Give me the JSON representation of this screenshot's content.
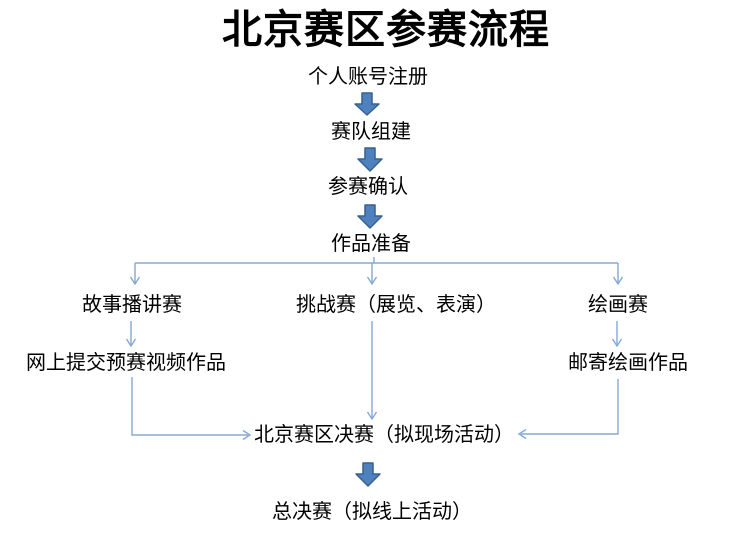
{
  "title": "北京赛区参赛流程",
  "nodes": {
    "register": "个人账号注册",
    "team": "赛队组建",
    "confirm": "参赛确认",
    "prepare": "作品准备",
    "story": "故事播讲赛",
    "challenge": "挑战赛（展览、表演）",
    "painting": "绘画赛",
    "upload": "网上提交预赛视频作品",
    "mail": "邮寄绘画作品",
    "beijing_final": "北京赛区决赛（拟现场活动）",
    "grand_final": "总决赛（拟线上活动）"
  },
  "edges": [
    {
      "from": "register",
      "to": "team",
      "style": "block-arrow"
    },
    {
      "from": "team",
      "to": "confirm",
      "style": "block-arrow"
    },
    {
      "from": "confirm",
      "to": "prepare",
      "style": "block-arrow"
    },
    {
      "from": "prepare",
      "to": "story",
      "style": "thin-arrow"
    },
    {
      "from": "prepare",
      "to": "challenge",
      "style": "thin-arrow"
    },
    {
      "from": "prepare",
      "to": "painting",
      "style": "thin-arrow"
    },
    {
      "from": "story",
      "to": "upload",
      "style": "thin-arrow"
    },
    {
      "from": "painting",
      "to": "mail",
      "style": "thin-arrow"
    },
    {
      "from": "challenge",
      "to": "beijing_final",
      "style": "thin-arrow"
    },
    {
      "from": "upload",
      "to": "beijing_final",
      "style": "thin-arrow"
    },
    {
      "from": "mail",
      "to": "beijing_final",
      "style": "thin-arrow"
    },
    {
      "from": "beijing_final",
      "to": "grand_final",
      "style": "block-arrow"
    }
  ],
  "colors": {
    "background": "#FFFFFF",
    "text": "#000000",
    "block_arrow_fill": "#4E81BD",
    "block_arrow_stroke": "#36618E",
    "connector_line": "#85A8D6"
  }
}
